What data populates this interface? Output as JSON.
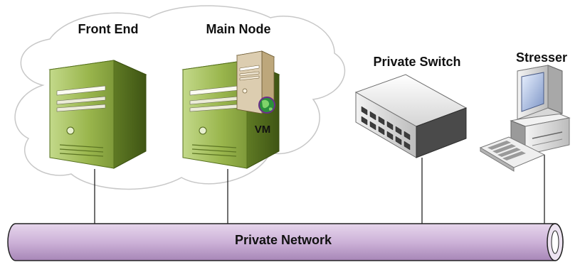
{
  "nodes": {
    "front_end": {
      "label": "Front End"
    },
    "main_node": {
      "label": "Main Node",
      "vm_label": "VM"
    },
    "private_switch": {
      "label": "Private Switch"
    },
    "stresser": {
      "label": "Stresser"
    }
  },
  "network": {
    "label": "Private Network"
  },
  "colors": {
    "server_green": "#9ab64d",
    "network_purple": "#cdb2d8",
    "cloud_stroke": "#c8c8c8"
  }
}
